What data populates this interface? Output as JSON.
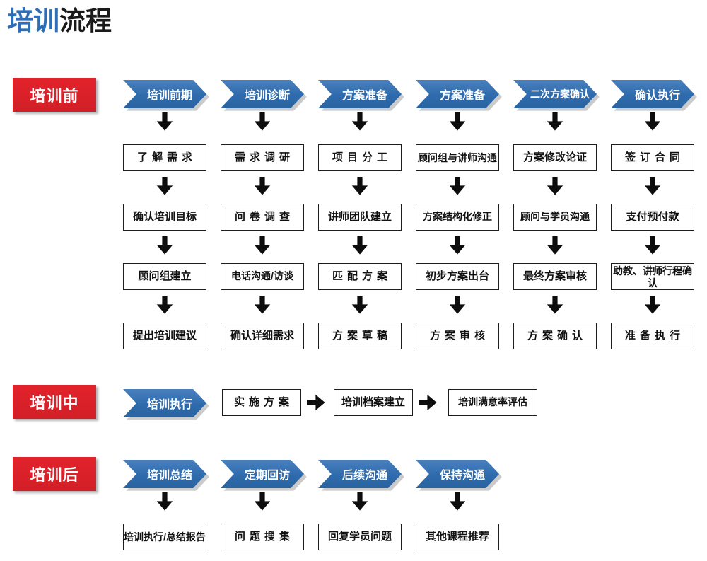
{
  "title": {
    "accent": "培训",
    "rest": "流程"
  },
  "colors": {
    "accent_blue": "#2E6EB6",
    "chevron_blue": "#2E6BAD",
    "label_red": "#D9232E",
    "box_border": "#1d1d1d",
    "text_dark": "#111111",
    "background": "#ffffff"
  },
  "sections": [
    {
      "label": "培训前",
      "layout": "vertical-columns",
      "columns": [
        {
          "header": "培训前期",
          "steps": [
            "了解需求",
            "确认培训目标",
            "顾问组建立",
            "提出培训建议"
          ]
        },
        {
          "header": "培训诊断",
          "steps": [
            "需求调研",
            "问卷调查",
            "电话沟通/访谈",
            "确认详细需求"
          ]
        },
        {
          "header": "方案准备",
          "steps": [
            "项目分工",
            "讲师团队建立",
            "匹配方案",
            "方案草稿"
          ]
        },
        {
          "header": "方案准备",
          "steps": [
            "顾问组与讲师沟通",
            "方案结构化修正",
            "初步方案出台",
            "方案审核"
          ]
        },
        {
          "header": "二次方案确认",
          "steps": [
            "方案修改论证",
            "顾问与学员沟通",
            "最终方案审核",
            "方案确认"
          ]
        },
        {
          "header": "确认执行",
          "steps": [
            "签订合同",
            "支付预付款",
            "助教、讲师行程确认",
            "准备执行"
          ]
        }
      ]
    },
    {
      "label": "培训中",
      "layout": "horizontal-flow",
      "header": "培训执行",
      "steps": [
        "实施方案",
        "培训档案建立",
        "培训满意率评估"
      ]
    },
    {
      "label": "培训后",
      "layout": "vertical-columns",
      "columns": [
        {
          "header": "培训总结",
          "steps": [
            "培训执行/总结报告"
          ]
        },
        {
          "header": "定期回访",
          "steps": [
            "问题搜集"
          ]
        },
        {
          "header": "后续沟通",
          "steps": [
            "回复学员问题"
          ]
        },
        {
          "header": "保持沟通",
          "steps": [
            "其他课程推荐"
          ]
        }
      ]
    }
  ],
  "icons": {
    "down_arrow": "arrow-down-icon",
    "right_arrow": "arrow-right-icon",
    "chevron": "chevron-right-banner-icon"
  }
}
